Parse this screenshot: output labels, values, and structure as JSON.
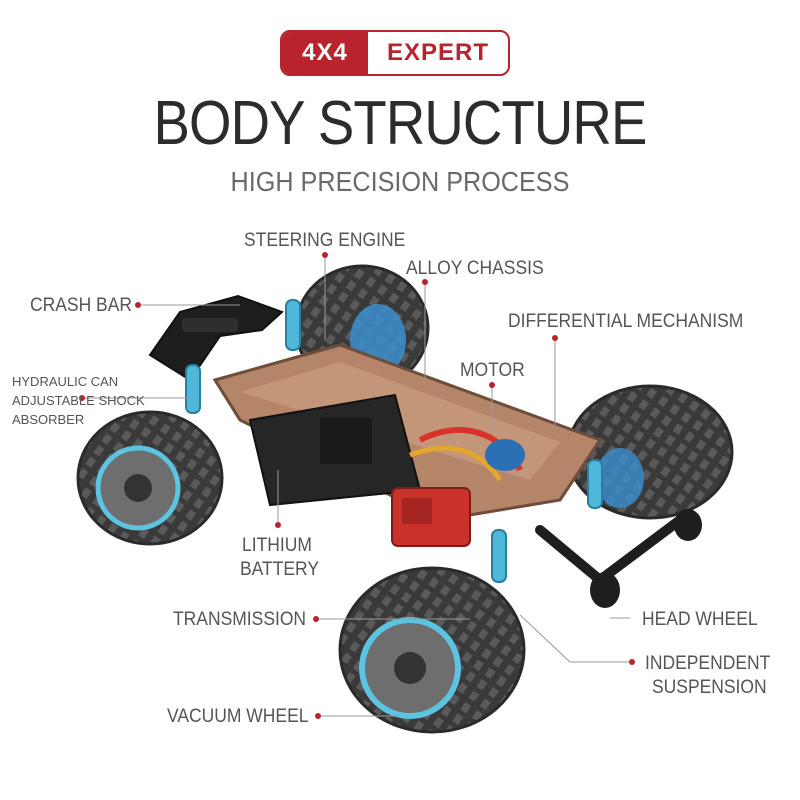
{
  "badge": {
    "left": "4X4",
    "right": "EXPERT"
  },
  "header": {
    "title": "BODY STRUCTURE",
    "subtitle": "HIGH PRECISION PROCESS"
  },
  "labels": {
    "steering_engine": "STEERING ENGINE",
    "alloy_chassis": "ALLOY CHASSIS",
    "crash_bar": "CRASH BAR",
    "differential_mechanism": "DIFFERENTIAL MECHANISM",
    "motor": "MOTOR",
    "hydraulic_shock": "HYDRAULIC CAN ADJUSTABLE SHOCK ABSORBER",
    "lithium_battery_1": "LITHIUM",
    "lithium_battery_2": "BATTERY",
    "transmission": "TRANSMISSION",
    "head_wheel": "HEAD WHEEL",
    "independent_suspension_1": "INDEPENDENT",
    "independent_suspension_2": "SUSPENSION",
    "vacuum_wheel": "VACUUM WHEEL"
  },
  "colors": {
    "brand_red": "#b8232d",
    "callout_dot": "#b8232d",
    "shock_blue": "#4fb8d8",
    "chassis_copper": "#b5856a",
    "tire": "#3a3a3a"
  }
}
